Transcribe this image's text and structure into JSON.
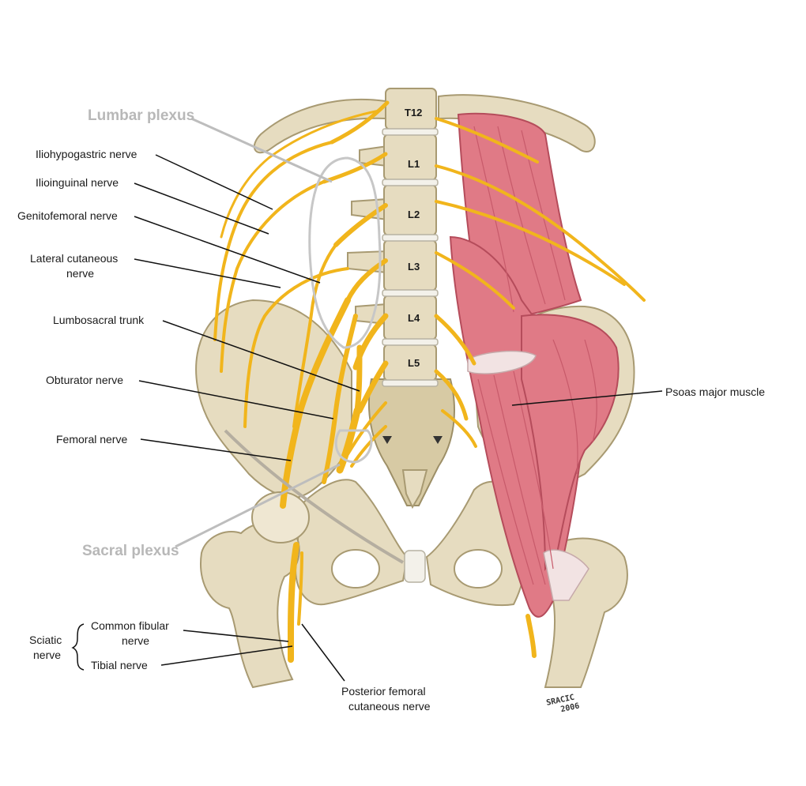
{
  "labels": {
    "lumbar_plexus": "Lumbar plexus",
    "sacral_plexus": "Sacral plexus",
    "iliohypogastric": "Iliohypogastric nerve",
    "ilioinguinal": "Ilioinguinal nerve",
    "genitofemoral": "Genitofemoral nerve",
    "lateral_cutaneous_1": "Lateral cutaneous",
    "lateral_cutaneous_2": "nerve",
    "lumbosacral_trunk": "Lumbosacral trunk",
    "obturator": "Obturator nerve",
    "femoral": "Femoral nerve",
    "psoas": "Psoas major muscle",
    "sciatic_1": "Sciatic",
    "sciatic_2": "nerve",
    "common_fibular_1": "Common fibular",
    "common_fibular_2": "nerve",
    "tibial": "Tibial nerve",
    "posterior_femoral_1": "Posterior femoral",
    "posterior_femoral_2": "cutaneous nerve"
  },
  "vertebrae": [
    "T12",
    "L1",
    "L2",
    "L3",
    "L4",
    "L5"
  ],
  "signature": {
    "line1": "SRACIC",
    "line2": "2006"
  },
  "colors": {
    "nerve": "#f1b51c",
    "bone": "#e6dcc0",
    "muscle": "#e07a86",
    "plexus_label": "#b8b8b8"
  }
}
